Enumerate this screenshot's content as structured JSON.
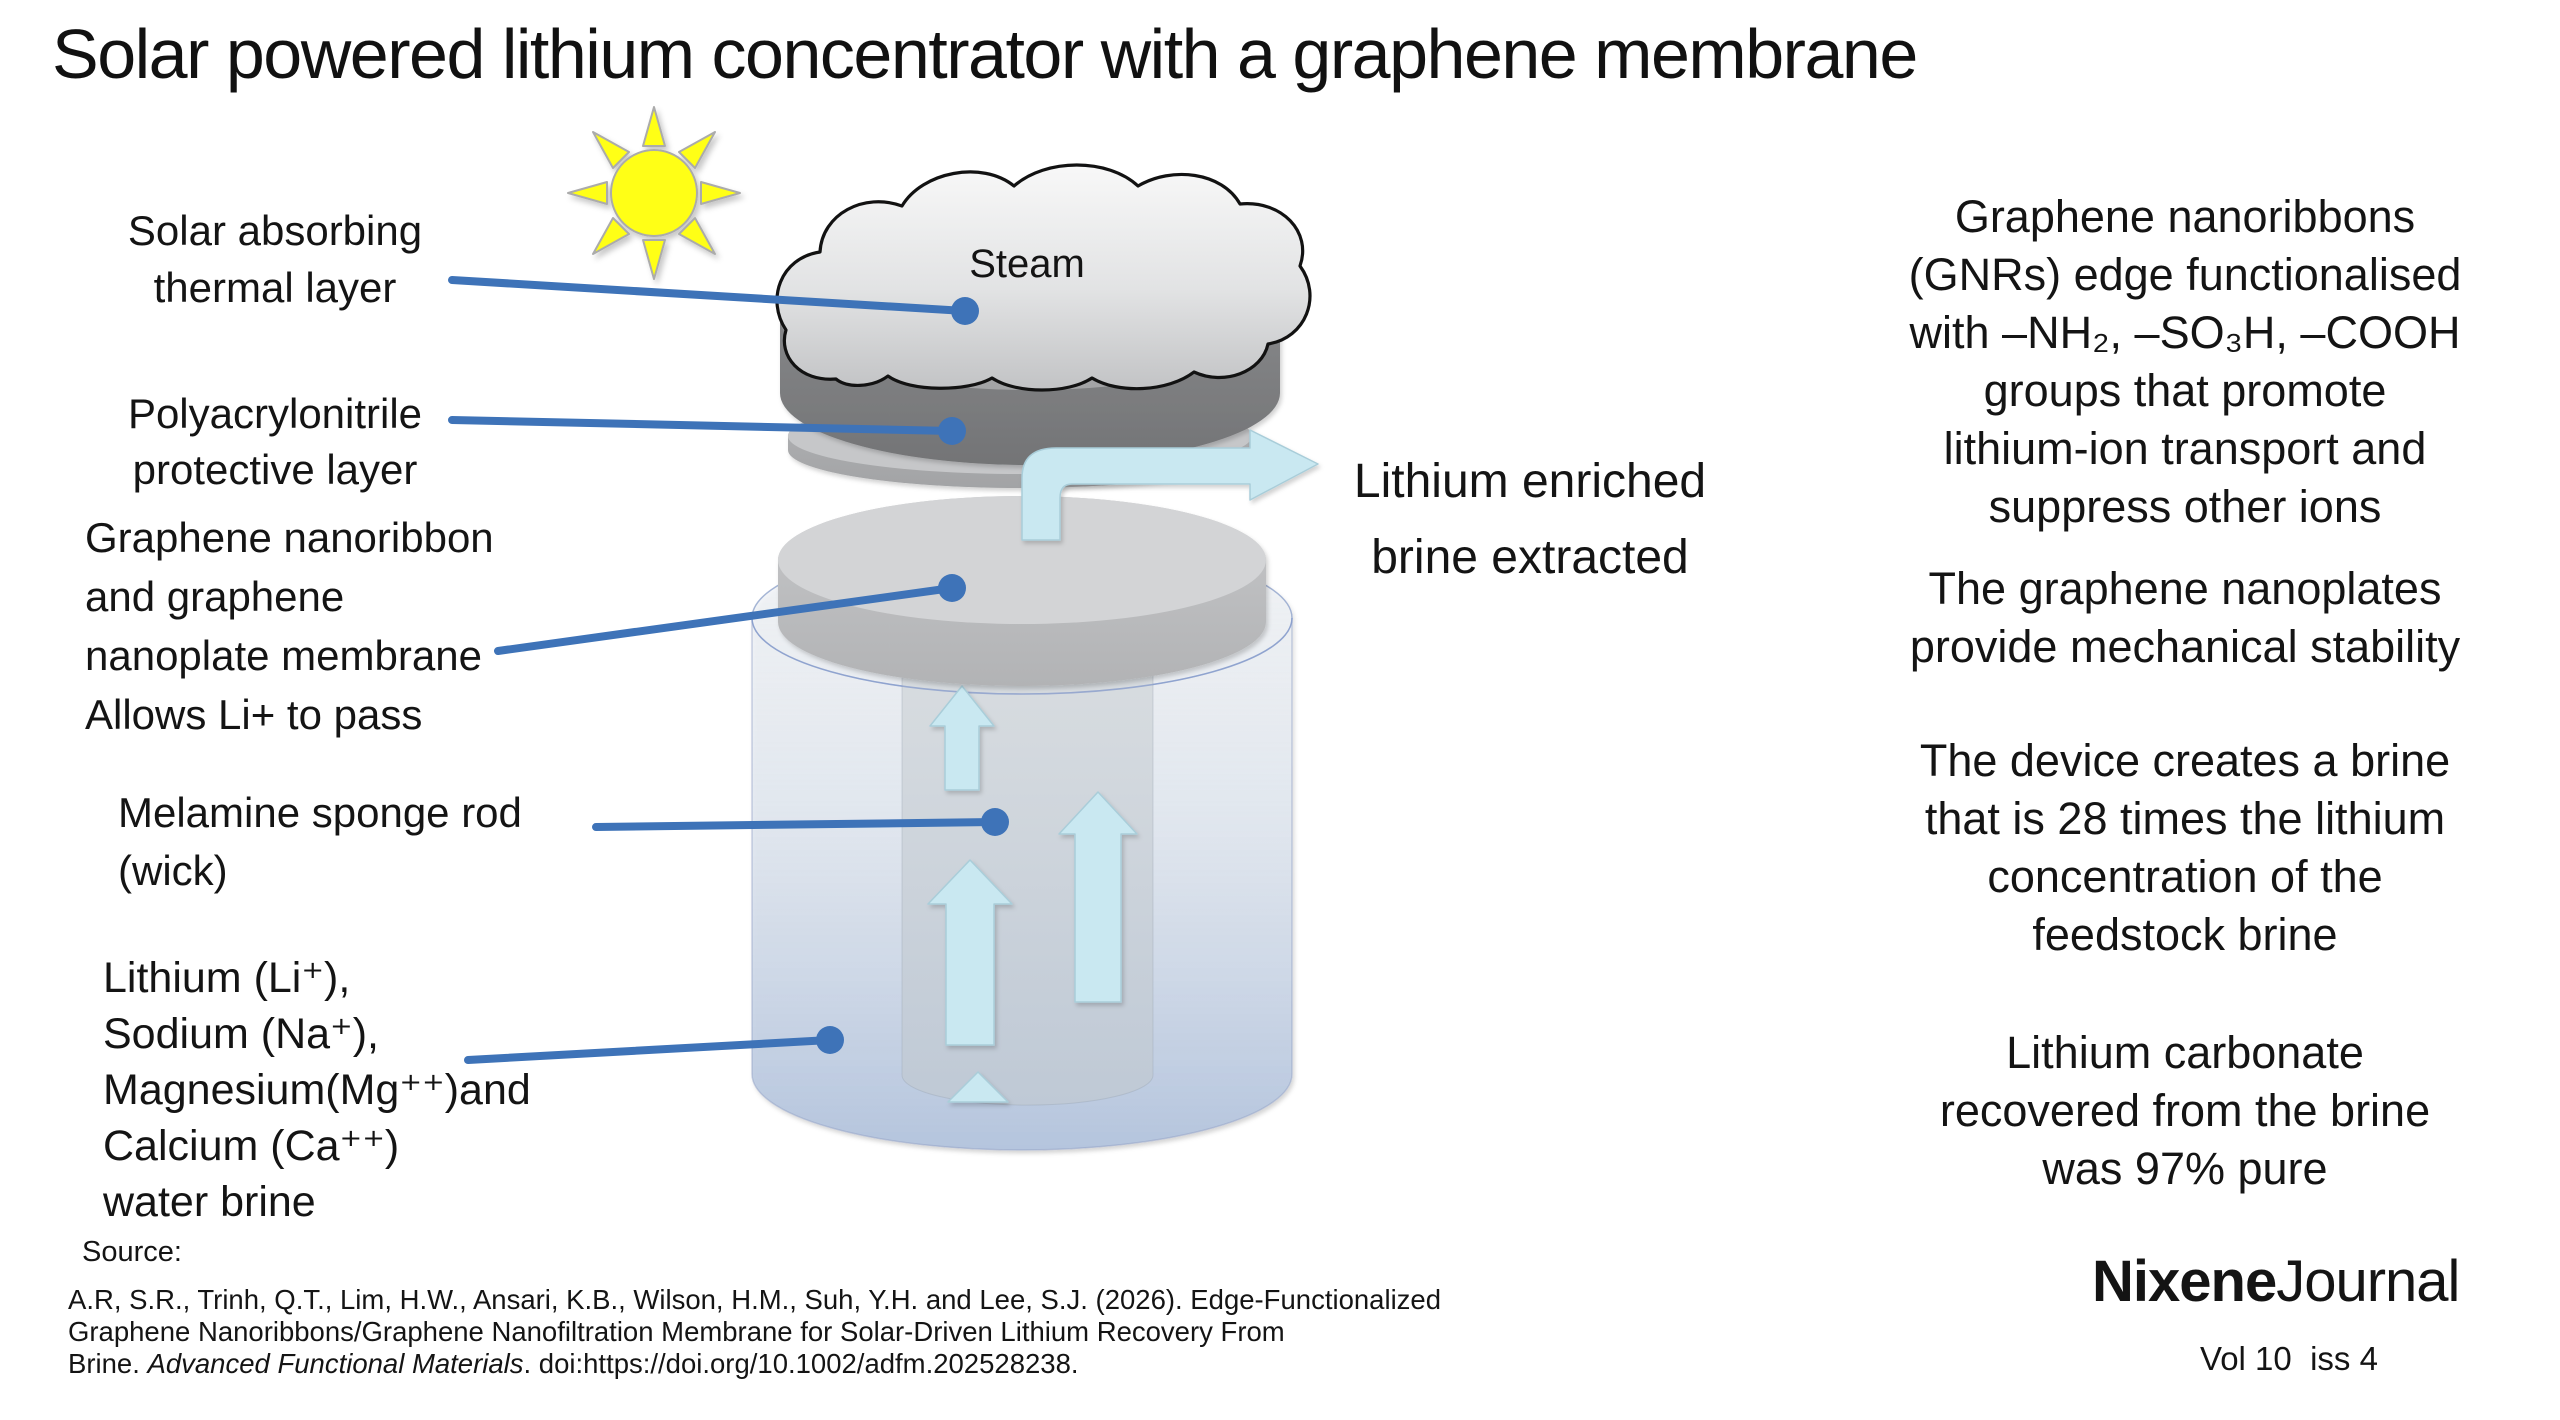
{
  "title": "Solar powered lithium concentrator with a graphene membrane",
  "diagram": {
    "steam_label": "Steam",
    "extract_label": "Lithium enriched\nbrine extracted",
    "labels": {
      "solar_thermal": "Solar absorbing\nthermal layer",
      "protective": "Polyacrylonitrile\nprotective layer",
      "membrane": "Graphene nanoribbon\nand graphene\nnanoplate membrane\nAllows Li+ to pass",
      "wick": "Melamine sponge rod\n(wick)",
      "brine": "Lithium (Li⁺),\nSodium (Na⁺),\nMagnesium(Mg⁺⁺)and\nCalcium (Ca⁺⁺)\nwater brine"
    },
    "icon_names": {
      "sun": "sun-icon",
      "cloud": "steam-cloud-icon",
      "flow": "upward-flow-arrows",
      "extract": "extract-elbow-arrow"
    }
  },
  "right_column": {
    "p1": "Graphene nanoribbons\n(GNRs) edge functionalised\nwith –NH₂, –SO₃H, –COOH\ngroups that promote\nlithium-ion transport and\nsuppress other ions",
    "p2": "The graphene nanoplates\nprovide mechanical stability",
    "p3": "The device creates a brine\nthat is 28 times the lithium\nconcentration of the\nfeedstock brine",
    "p4": "Lithium carbonate\nrecovered from the brine\nwas 97% pure"
  },
  "source": {
    "label": "Source:",
    "line1": "A.R, S.R., Trinh, Q.T., Lim, H.W., Ansari, K.B., Wilson, H.M., Suh, Y.H. and Lee, S.J. (2026). Edge-Functionalized",
    "line2": "Graphene Nanoribbons/Graphene Nanofiltration Membrane for Solar-Driven Lithium Recovery From",
    "line3_pre": "Brine. ",
    "line3_italic": "Advanced Functional Materials",
    "line3_post": ". doi:https://doi.org/10.1002/adfm.202528238."
  },
  "journal": {
    "brand_bold": "Nixene",
    "brand_light": "Journal",
    "volume": "Vol 10  iss 4"
  },
  "colors": {
    "leader_blue": "#3e73b8",
    "flow_arrow_blue": "#c9e8f1",
    "sun_yellow": "#ffff12",
    "dark_disk_gray": "#87888a",
    "membrane_gray": "#c9cacc",
    "background": "#ffffff"
  }
}
